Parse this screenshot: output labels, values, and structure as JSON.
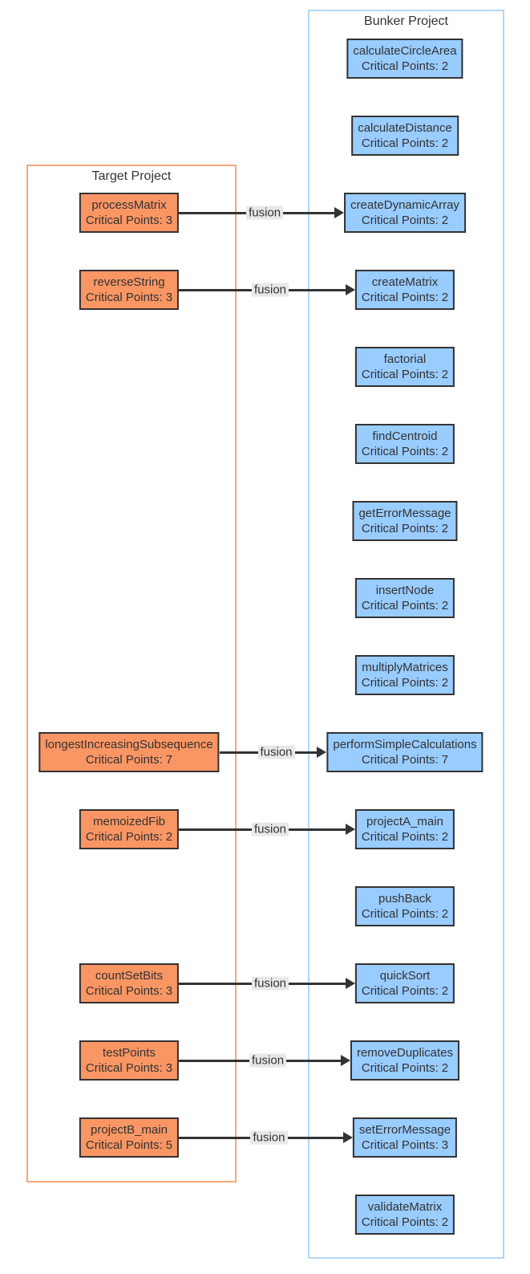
{
  "labels": {
    "critical_points_prefix": "Critical Points:"
  },
  "bunker_project": {
    "title": "Bunker Project",
    "nodes": [
      {
        "name": "calculateCircleArea",
        "critical_points": 2
      },
      {
        "name": "calculateDistance",
        "critical_points": 2
      },
      {
        "name": "createDynamicArray",
        "critical_points": 2
      },
      {
        "name": "createMatrix",
        "critical_points": 2
      },
      {
        "name": "factorial",
        "critical_points": 2
      },
      {
        "name": "findCentroid",
        "critical_points": 2
      },
      {
        "name": "getErrorMessage",
        "critical_points": 2
      },
      {
        "name": "insertNode",
        "critical_points": 2
      },
      {
        "name": "multiplyMatrices",
        "critical_points": 2
      },
      {
        "name": "performSimpleCalculations",
        "critical_points": 7
      },
      {
        "name": "projectA_main",
        "critical_points": 2
      },
      {
        "name": "pushBack",
        "critical_points": 2
      },
      {
        "name": "quickSort",
        "critical_points": 2
      },
      {
        "name": "removeDuplicates",
        "critical_points": 2
      },
      {
        "name": "setErrorMessage",
        "critical_points": 3
      },
      {
        "name": "validateMatrix",
        "critical_points": 2
      }
    ]
  },
  "target_project": {
    "title": "Target Project",
    "nodes": [
      {
        "name": "processMatrix",
        "critical_points": 3
      },
      {
        "name": "reverseString",
        "critical_points": 3
      },
      {
        "name": "longestIncreasingSubsequence",
        "critical_points": 7
      },
      {
        "name": "memoizedFib",
        "critical_points": 2
      },
      {
        "name": "countSetBits",
        "critical_points": 3
      },
      {
        "name": "testPoints",
        "critical_points": 3
      },
      {
        "name": "projectB_main",
        "critical_points": 5
      }
    ]
  },
  "edges": [
    {
      "from": "processMatrix",
      "to": "createDynamicArray",
      "label": "fusion"
    },
    {
      "from": "reverseString",
      "to": "createMatrix",
      "label": "fusion"
    },
    {
      "from": "longestIncreasingSubsequence",
      "to": "performSimpleCalculations",
      "label": "fusion"
    },
    {
      "from": "memoizedFib",
      "to": "projectA_main",
      "label": "fusion"
    },
    {
      "from": "countSetBits",
      "to": "quickSort",
      "label": "fusion"
    },
    {
      "from": "testPoints",
      "to": "removeDuplicates",
      "label": "fusion"
    },
    {
      "from": "projectB_main",
      "to": "setErrorMessage",
      "label": "fusion"
    }
  ],
  "colors": {
    "target_node_fill": "#FA9664",
    "bunker_node_fill": "#99CCFF",
    "node_border": "#333333",
    "target_container_border": "#F8A878",
    "bunker_container_border": "#B3D6F2",
    "edge": "#333333",
    "edge_label_bg": "#E8E8E8",
    "text": "#333333"
  }
}
